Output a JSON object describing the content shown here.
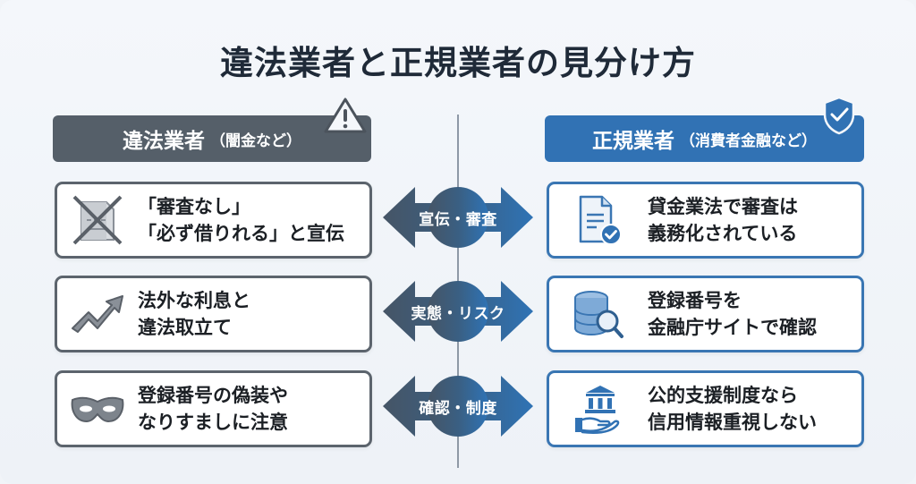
{
  "title": "違法業者と正規業者の見分け方",
  "colors": {
    "illegal": "#555f69",
    "legal": "#3172b4",
    "text": "#1b1f24",
    "background": "#f1f4f8"
  },
  "left_header": {
    "main": "違法業者",
    "sub": "（闇金など）",
    "badge_icon": "warning-triangle-icon"
  },
  "right_header": {
    "main": "正規業者",
    "sub": "（消費者金融など）",
    "badge_icon": "shield-check-icon"
  },
  "rows": [
    {
      "connector": "宣伝・審査",
      "left": {
        "icon": "crossed-document-icon",
        "lines": [
          "「審査なし」",
          "「必ず借りれる」と宣伝"
        ]
      },
      "right": {
        "icon": "document-check-icon",
        "lines": [
          "貸金業法で審査は",
          "義務化されている"
        ]
      }
    },
    {
      "connector": "実態・リスク",
      "left": {
        "icon": "trend-up-arrow-icon",
        "lines": [
          "法外な利息と",
          "違法取立て"
        ]
      },
      "right": {
        "icon": "database-search-icon",
        "lines": [
          "登録番号を",
          "金融庁サイトで確認"
        ]
      }
    },
    {
      "connector": "確認・制度",
      "left": {
        "icon": "mask-icon",
        "lines": [
          "登録番号の偽装や",
          "なりすましに注意"
        ]
      },
      "right": {
        "icon": "bank-hand-icon",
        "lines": [
          "公的支援制度なら",
          "信用情報重視しない"
        ]
      }
    }
  ]
}
